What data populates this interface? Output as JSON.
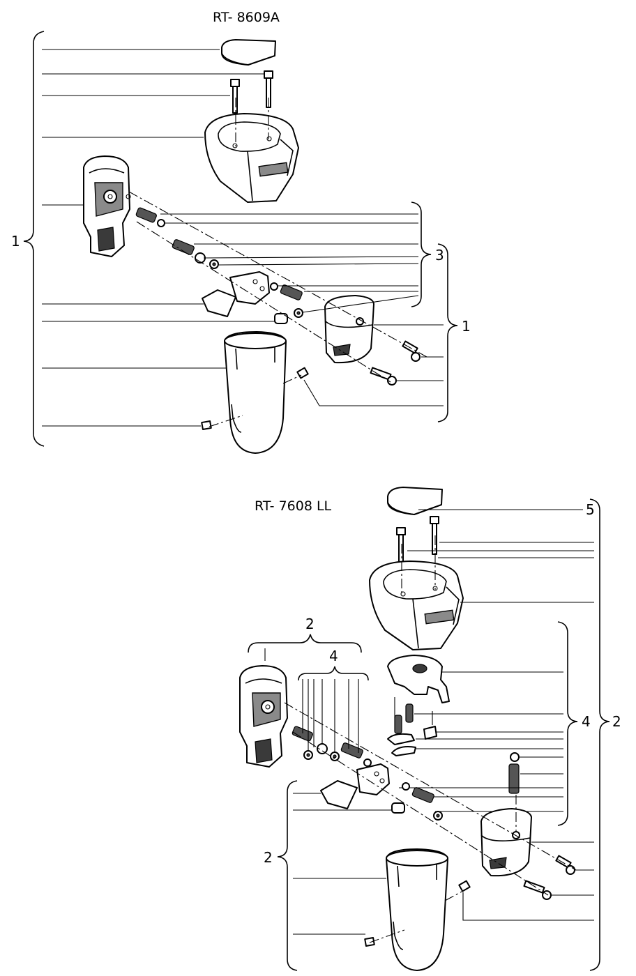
{
  "diagrams": [
    {
      "model": "RT- 8609A"
    },
    {
      "model": "RT- 7608 LL"
    }
  ],
  "callouts": {
    "top_assembly": "1",
    "top_sub_3": "3",
    "top_sub_1": "1",
    "bottom_handle_group": "2",
    "bottom_spring_group": "4",
    "bottom_cap": "5",
    "bottom_right_4": "4",
    "bottom_right_2": "2",
    "bottom_left_2": "2"
  }
}
